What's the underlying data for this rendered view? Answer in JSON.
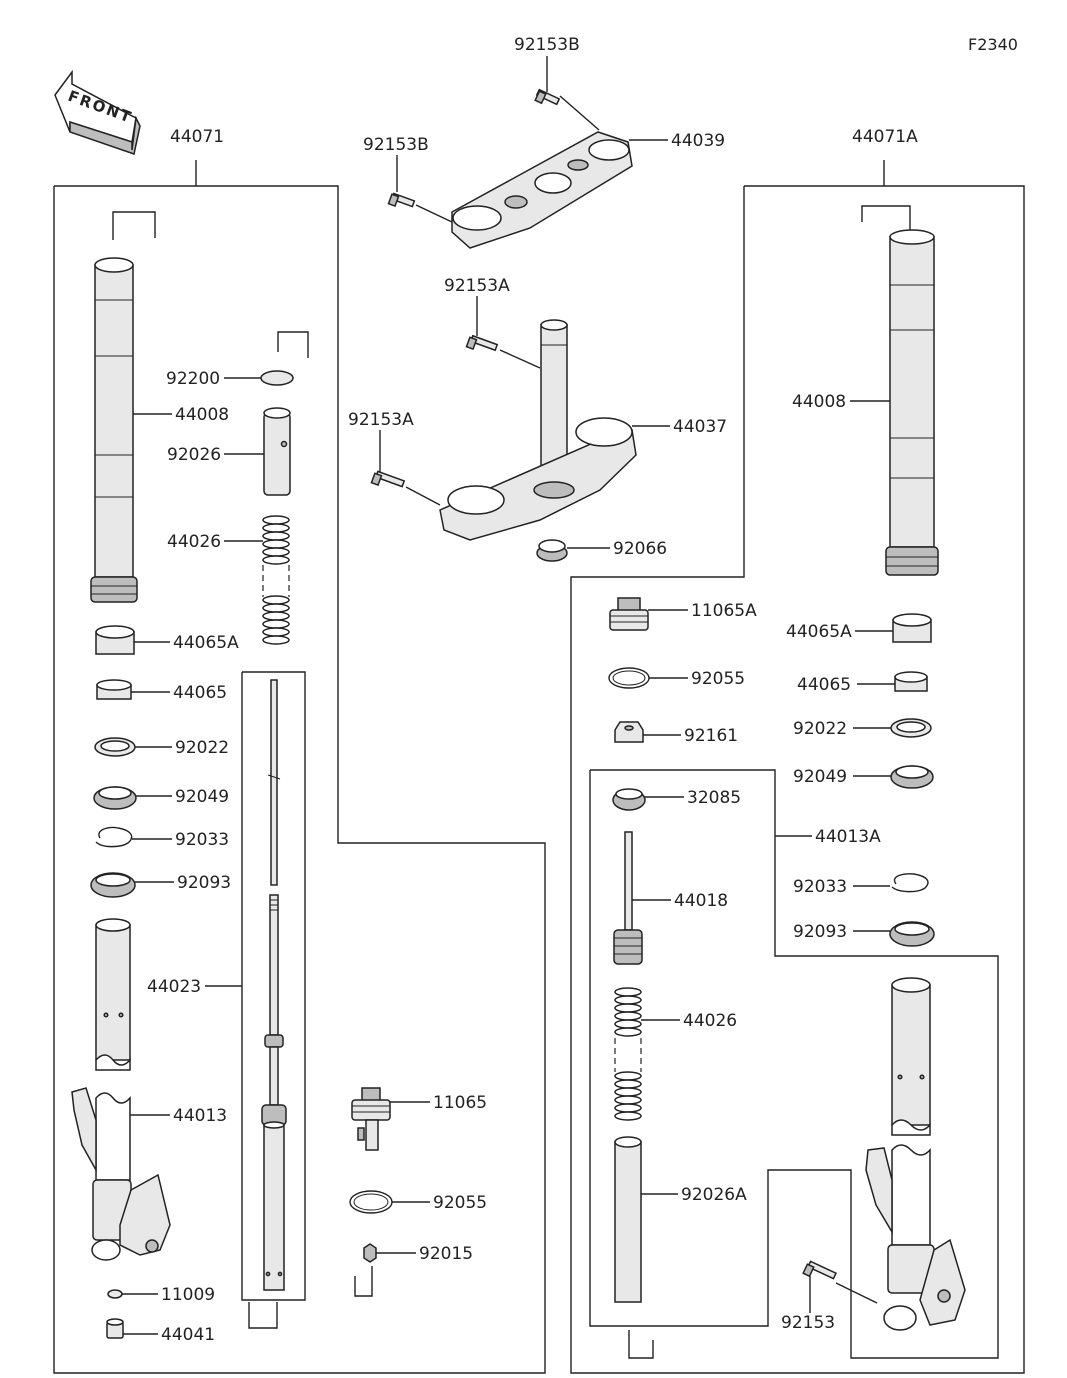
{
  "diagram_code": "F2340",
  "front_label": "FRONT",
  "labels": {
    "p92153B_top": "92153B",
    "p92153B_left": "92153B",
    "p44039": "44039",
    "p44071": "44071",
    "p44071A": "44071A",
    "p92153A_top": "92153A",
    "p92153A_left": "92153A",
    "p44037": "44037",
    "p92066": "92066",
    "p92200": "92200",
    "p44008_left": "44008",
    "p92026": "92026",
    "p44026_left": "44026",
    "p44065A_left": "44065A",
    "p44065_left": "44065",
    "p92022_left": "92022",
    "p92049_left": "92049",
    "p92033_left": "92033",
    "p92093_left": "92093",
    "p44023": "44023",
    "p44013": "44013",
    "p11009": "11009",
    "p44041": "44041",
    "p11065": "11065",
    "p92055_mid": "92055",
    "p92015": "92015",
    "p44008_right": "44008",
    "p11065A": "11065A",
    "p92055_right": "92055",
    "p92161": "92161",
    "p44065A_right": "44065A",
    "p44065_right": "44065",
    "p92022_right": "92022",
    "p92049_right": "92049",
    "p32085": "32085",
    "p44013A": "44013A",
    "p44018": "44018",
    "p92033_right": "92033",
    "p92093_right": "92093",
    "p44026_right": "44026",
    "p92026A": "92026A",
    "p92153": "92153"
  }
}
